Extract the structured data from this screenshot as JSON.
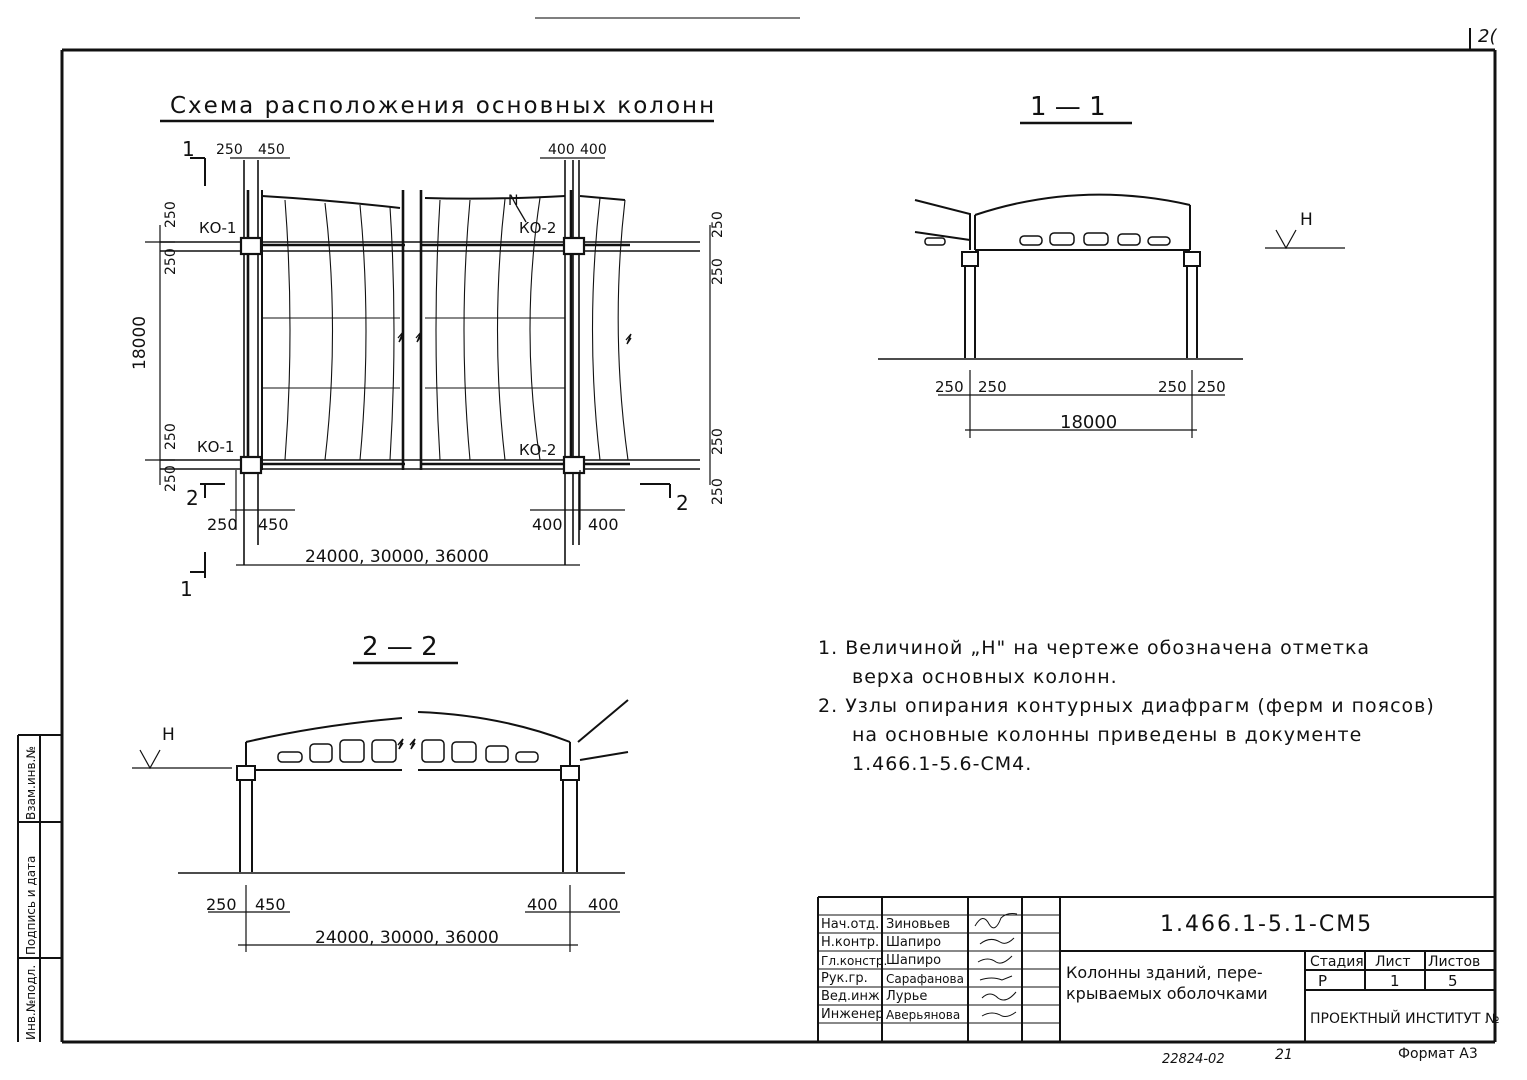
{
  "page_number": "2(",
  "plan": {
    "title": "Схема расположения основных колонн",
    "section_marks": {
      "cut1": "1",
      "cut2": "2"
    },
    "dims_top_left": [
      "250",
      "450"
    ],
    "dims_top_right": [
      "400",
      "400"
    ],
    "dims_bottom_left": [
      "250",
      "450"
    ],
    "dims_bottom_right": [
      "400",
      "400"
    ],
    "dims_left_vertical": [
      "250",
      "250",
      "18000",
      "250",
      "250"
    ],
    "dims_right_vertical": [
      "250",
      "250",
      "250",
      "250"
    ],
    "span_label": "24000, 30000, 36000",
    "column_labels": {
      "tl": "КО-1",
      "bl": "КО-1",
      "tr": "КО-2",
      "br": "КО-2"
    },
    "n_label": "N"
  },
  "section_1_1": {
    "title": "1 — 1",
    "h_label": "H",
    "dims_left": [
      "250",
      "250"
    ],
    "dims_right": [
      "250",
      "250"
    ],
    "span": "18000"
  },
  "section_2_2": {
    "title": "2 — 2",
    "h_label": "H",
    "dims_left": [
      "250",
      "450"
    ],
    "dims_right": [
      "400",
      "400"
    ],
    "span": "24000, 30000, 36000"
  },
  "notes": [
    {
      "num": "1.",
      "lines": [
        "Величиной „Н\" на чертеже обозначена отметка",
        "верха основных колонн."
      ]
    },
    {
      "num": "2.",
      "lines": [
        "Узлы опирания контурных диафрагм (ферм и поясов)",
        "на основные колонны приведены в документе",
        "1.466.1-5.6-СМ4."
      ]
    }
  ],
  "left_margin_labels": [
    "Инв.№подл.",
    "Подпись и дата",
    "Взам.инв.№"
  ],
  "title_block": {
    "staff": [
      {
        "role": "Нач.отд.",
        "name": "Зиновьев"
      },
      {
        "role": "Н.контр.",
        "name": "Шапиро"
      },
      {
        "role": "Гл.констр.",
        "name": "Шапиро"
      },
      {
        "role": "Рук.гр.",
        "name": "Сарафанова"
      },
      {
        "role": "Вед.инж.",
        "name": "Лурье"
      },
      {
        "role": "Инженер",
        "name": "Аверьянова"
      }
    ],
    "doc_code": "1.466.1-5.1-СМ5",
    "title_lines": [
      "Колонны зданий, пере-",
      "крываемых оболочками"
    ],
    "stage_header": "Стадия",
    "sheet_header": "Лист",
    "sheets_header": "Листов",
    "stage": "Р",
    "sheet": "1",
    "sheets": "5",
    "organization": "ПРОЕКТНЫЙ ИНСТИТУТ №",
    "format": "Формат А3",
    "bottom_code": "22824-02",
    "bottom_num": "21"
  }
}
